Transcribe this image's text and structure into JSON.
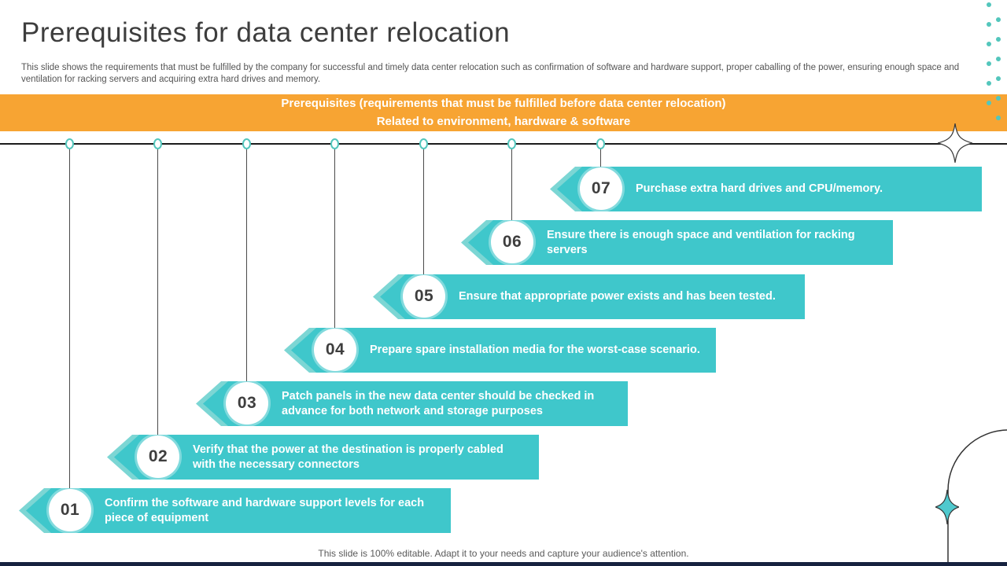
{
  "slide": {
    "title": "Prerequisites for data center relocation",
    "subtitle": "This slide shows the requirements that must be fulfilled by the company for successful and timely data center relocation such as confirmation of software and hardware support, proper caballing of the power, ensuring enough space and ventilation for racking servers and acquiring extra hard drives and memory.",
    "banner": {
      "line1": "Prerequisites (requirements that must be fulfilled before data center relocation)",
      "line2": "Related to environment, hardware & software"
    },
    "items": [
      {
        "number": "01",
        "text": "Confirm the software and hardware support levels for each piece of equipment"
      },
      {
        "number": "02",
        "text": "Verify that the power at the destination is properly cabled with the necessary connectors"
      },
      {
        "number": "03",
        "text": "Patch panels in the new data center should be checked in advance for both network and storage purposes"
      },
      {
        "number": "04",
        "text": "Prepare spare installation media for the worst-case scenario."
      },
      {
        "number": "05",
        "text": "Ensure that appropriate power exists and has been tested."
      },
      {
        "number": "06",
        "text": "Ensure there is enough space and ventilation for racking servers"
      },
      {
        "number": "07",
        "text": "Purchase extra hard drives and CPU/memory."
      }
    ],
    "footer": "This slide is 100% editable. Adapt it to your needs and capture your audience's attention.",
    "colors": {
      "accent_teal": "#3FC7CB",
      "accent_teal_light": "#7CD6D4",
      "accent_orange": "#F7A433",
      "dot_teal": "#53C6BC",
      "timeline_black": "#1c1c1c",
      "bottom_bar_navy": "#16223f"
    },
    "icons": {
      "sparkle": "four-point-star",
      "dot": "circle-dot"
    }
  }
}
